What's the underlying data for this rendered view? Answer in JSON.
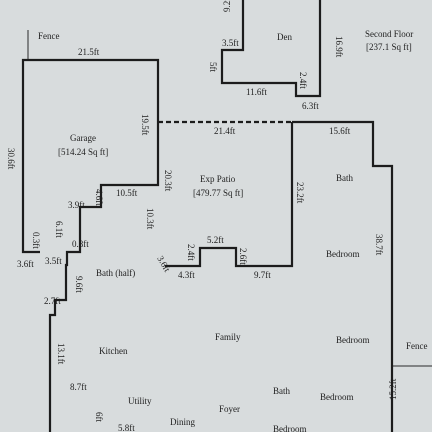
{
  "labels": {
    "fence_top": "Fence",
    "fence_right": "Fence",
    "second_floor": "Second Floor",
    "second_floor_area": "[237.1 Sq ft]",
    "den": "Den",
    "garage": "Garage",
    "garage_area": "[514.24 Sq ft]",
    "exp_patio": "Exp Patio",
    "exp_patio_area": "[479.77 Sq ft]",
    "bath_top": "Bath",
    "bedroom_1": "Bedroom",
    "bedroom_2": "Bedroom",
    "bedroom_3": "Bedroom",
    "bedroom_4": "Bedroom",
    "bath_half": "Bath (half)",
    "family": "Family",
    "kitchen": "Kitchen",
    "utility": "Utility",
    "dining": "Dining",
    "foyer": "Foyer",
    "bath_bottom": "Bath"
  },
  "dimensions": {
    "d_21_5": "21.5ft",
    "d_30_6": "30.6ft",
    "d_19_5": "19.5ft",
    "d_21_4": "21.4ft",
    "d_15_6": "15.6ft",
    "d_20_3": "20.3ft",
    "d_10_5": "10.5ft",
    "d_4_6": "4.6ft",
    "d_3_9": "3.9ft",
    "d_6_1": "6.1ft",
    "d_0_3": "0.3ft",
    "d_0_8": "0.8ft",
    "d_10_3": "10.3ft",
    "d_3_6": "3.6ft",
    "d_3_5": "3.5ft",
    "d_9_6": "9.6ft",
    "d_2_7": "2.7ft",
    "d_3_6b": "3.6ft",
    "d_4_3": "4.3ft",
    "d_2_4": "2.4ft",
    "d_5_2": "5.2ft",
    "d_2_6": "2.6ft",
    "d_9_7": "9.7ft",
    "d_23_2": "23.2ft",
    "d_38_7": "38.7ft",
    "d_13_1": "13.1ft",
    "d_8_7": "8.7ft",
    "d_6": "6ft",
    "d_5_8": "5.8ft",
    "d_15_2": "15.2ft",
    "d_9_2": "9.2ft",
    "d_3_5b": "3.5ft",
    "d_5": "5ft",
    "d_11_6": "11.6ft",
    "d_2_4b": "2.4ft",
    "d_6_3": "6.3ft",
    "d_16_9": "16.9ft"
  }
}
